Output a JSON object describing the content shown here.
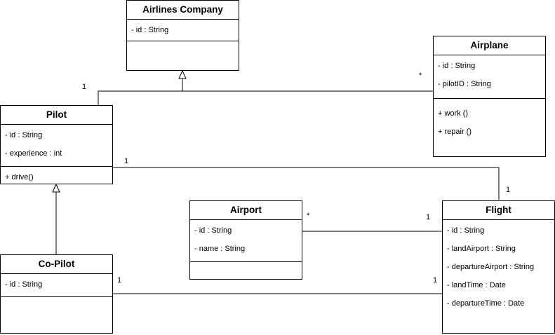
{
  "classes": {
    "airlines": {
      "name": "Airlines Company",
      "attributes": [
        "- id  : String"
      ],
      "operations": []
    },
    "airplane": {
      "name": "Airplane",
      "attributes": [
        "- id : String",
        "- pilotID : String"
      ],
      "operations": [
        "+ work ()",
        "+ repair ()"
      ]
    },
    "pilot": {
      "name": "Pilot",
      "attributes": [
        "- id : String",
        "- experience : int"
      ],
      "operations": [
        "+ drive()"
      ]
    },
    "airport": {
      "name": "Airport",
      "attributes": [
        "- id : String",
        "- name : String"
      ],
      "operations": []
    },
    "flight": {
      "name": "Flight",
      "attributes": [
        "- id : String",
        "- landAirport  : String",
        "- departureAirport : String",
        "- landTime : Date",
        "- departureTime : Date"
      ],
      "operations": []
    },
    "copilot": {
      "name": "Co-Pilot",
      "attributes": [
        "-  id : String"
      ],
      "operations": []
    }
  },
  "multiplicities": {
    "pilot_airplane_pilot_end": "1",
    "pilot_airplane_airplane_end": "*",
    "pilot_flight_pilot_end": "1",
    "pilot_flight_flight_end": "1",
    "airport_flight_airport_end": "*",
    "airport_flight_flight_end": "1",
    "copilot_flight_copilot_end": "1",
    "copilot_flight_flight_end": "1"
  }
}
